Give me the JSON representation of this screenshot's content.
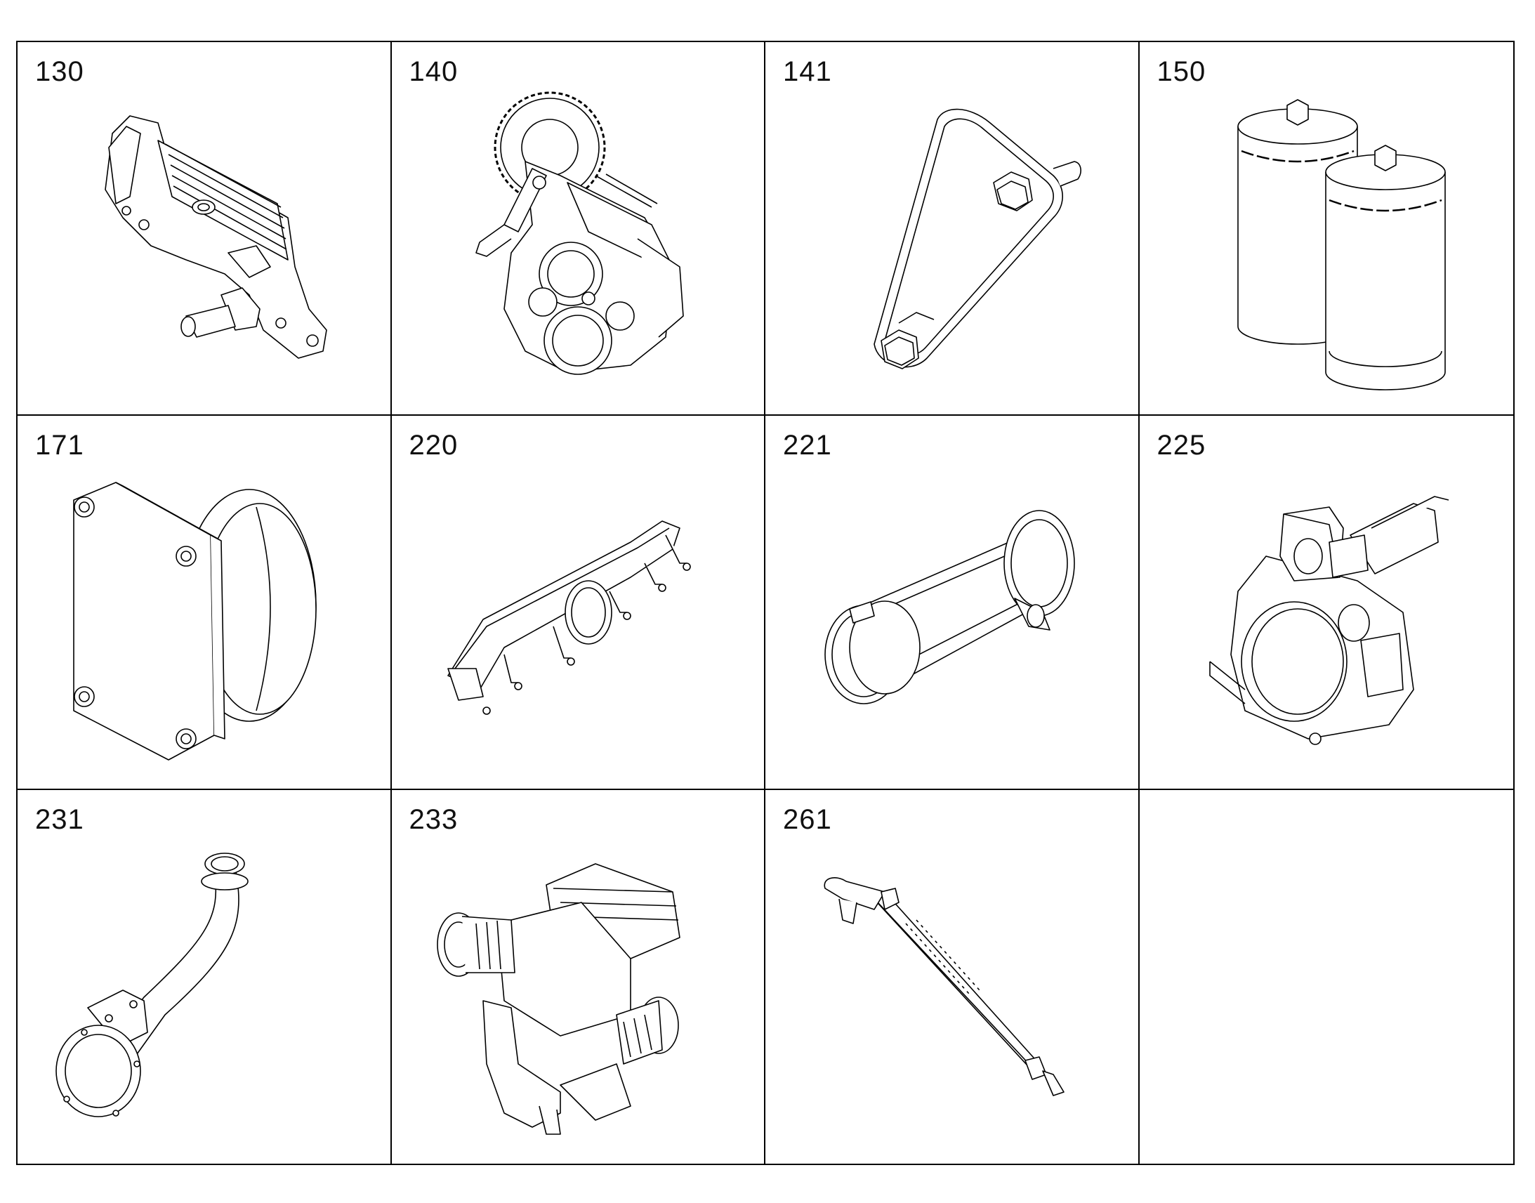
{
  "cells": [
    {
      "number": "130",
      "icon": "oil-cooler-housing-icon"
    },
    {
      "number": "140",
      "icon": "gear-drive-housing-icon"
    },
    {
      "number": "141",
      "icon": "link-bracket-icon"
    },
    {
      "number": "150",
      "icon": "twin-filter-cartridges-icon"
    },
    {
      "number": "171",
      "icon": "cover-plate-hub-icon"
    },
    {
      "number": "220",
      "icon": "exhaust-manifold-icon"
    },
    {
      "number": "221",
      "icon": "flanged-tube-housing-icon"
    },
    {
      "number": "225",
      "icon": "valve-housing-icon"
    },
    {
      "number": "231",
      "icon": "bent-pipe-flange-icon"
    },
    {
      "number": "233",
      "icon": "turbocharger-assembly-icon"
    },
    {
      "number": "261",
      "icon": "injector-rod-icon"
    },
    {
      "number": "",
      "icon": ""
    }
  ]
}
